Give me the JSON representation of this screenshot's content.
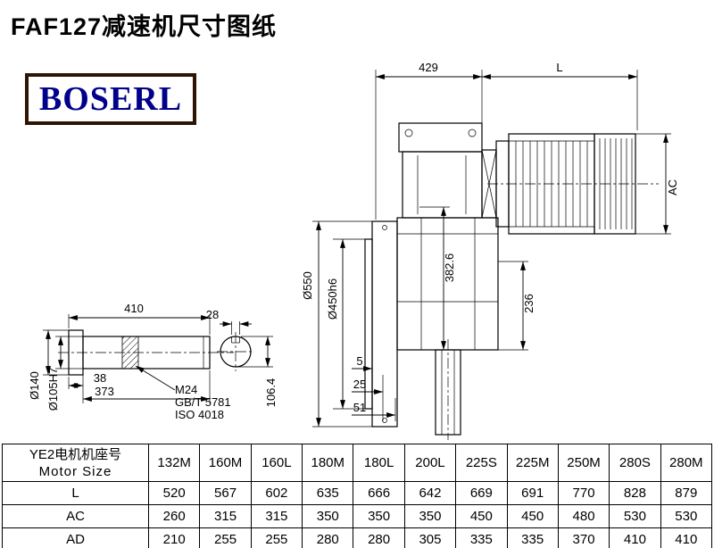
{
  "page": {
    "title": "FAF127减速机尺寸图纸",
    "logo_text": "BOSERL"
  },
  "drawing": {
    "dim_429": "429",
    "dim_L": "L",
    "dim_AC": "AC",
    "dim_550": "Ø550",
    "dim_450": "Ø450h6",
    "dim_382": "382.6",
    "dim_236": "236",
    "dim_5": "5",
    "dim_25": "25",
    "dim_51": "51",
    "dim_410": "410",
    "dim_28": "28",
    "dim_38": "38",
    "dim_373": "373",
    "dim_140": "Ø140",
    "dim_105": "Ø105H7",
    "dim_106": "106.4",
    "note_thread": "M24",
    "note_std1": "GB/T 5781",
    "note_std2": "ISO 4018"
  },
  "table": {
    "header_line1": "YE2电机机座号",
    "header_line2": "Motor Size",
    "columns": [
      "132M",
      "160M",
      "160L",
      "180M",
      "180L",
      "200L",
      "225S",
      "225M",
      "250M",
      "280S",
      "280M"
    ],
    "rows": [
      {
        "label": "L",
        "values": [
          "520",
          "567",
          "602",
          "635",
          "666",
          "642",
          "669",
          "691",
          "770",
          "828",
          "879"
        ]
      },
      {
        "label": "AC",
        "values": [
          "260",
          "315",
          "315",
          "350",
          "350",
          "350",
          "450",
          "450",
          "480",
          "530",
          "530"
        ]
      },
      {
        "label": "AD",
        "values": [
          "210",
          "255",
          "255",
          "280",
          "280",
          "305",
          "335",
          "335",
          "370",
          "410",
          "410"
        ]
      }
    ]
  }
}
